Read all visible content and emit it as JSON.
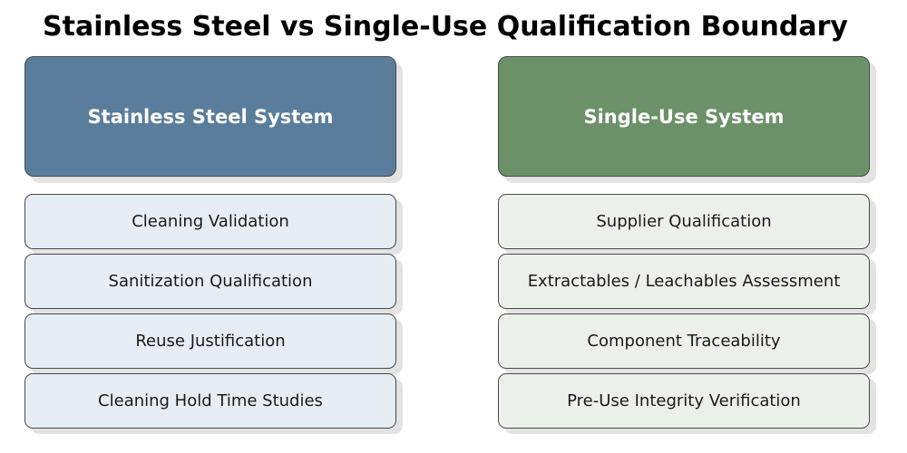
{
  "title": "Stainless Steel vs Single-Use Qualification Boundary",
  "colors": {
    "stainless_header": "#5b7d9c",
    "stainless_item": "#e6edf5",
    "single_use_header": "#6c9169",
    "single_use_item": "#ebf1ea"
  },
  "columns": [
    {
      "header": "Stainless Steel System",
      "items": [
        "Cleaning Validation",
        "Sanitization Qualification",
        "Reuse Justification",
        "Cleaning Hold Time Studies"
      ]
    },
    {
      "header": "Single-Use System",
      "items": [
        "Supplier Qualification",
        "Extractables / Leachables Assessment",
        "Component Traceability",
        "Pre-Use Integrity Verification"
      ]
    }
  ]
}
